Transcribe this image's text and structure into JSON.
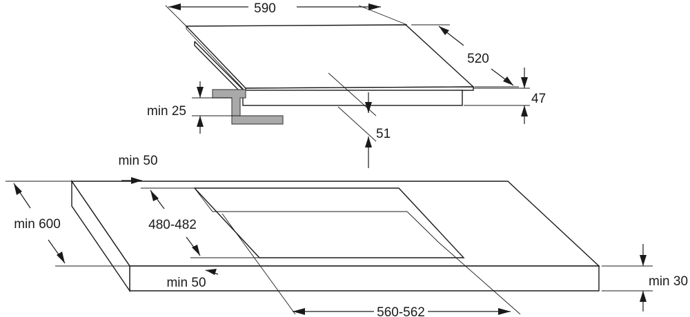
{
  "hob": {
    "width_label": "590",
    "depth_label": "520",
    "height_label": "47",
    "clearance_label": "51",
    "bracket_label": "min 25"
  },
  "worktop": {
    "front_edge_label": "min 50",
    "depth_label": "min 600",
    "cutout_depth_label": "480-482",
    "side_edge_label": "min 50",
    "thickness_label": "min 30",
    "cutout_width_label": "560-562"
  }
}
